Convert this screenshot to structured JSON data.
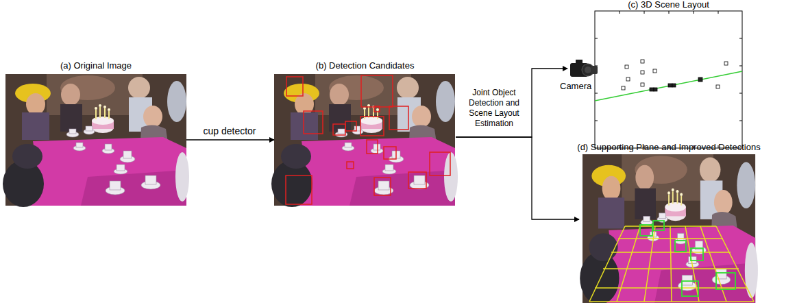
{
  "diagram": {
    "nodes": [
      {
        "text": [
          "(a) Original Image"
        ]
      },
      {
        "text": [
          "(b) Detection Candidates"
        ]
      },
      {
        "text": [
          "(c) 3D Scene Layout"
        ]
      },
      {
        "text": [
          "(d) Supporting Plane and Improved Detections"
        ]
      }
    ],
    "edges": [
      {
        "from": 0,
        "to": 1,
        "arrow": "to",
        "label": "cup detector"
      },
      {
        "from": 1,
        "to": 2,
        "arrow": "to",
        "label": "Joint Object Detection and Scene Layout Estimation"
      },
      {
        "from": 1,
        "to": 3,
        "arrow": "to"
      }
    ],
    "labels": [
      "Camera"
    ]
  }
}
